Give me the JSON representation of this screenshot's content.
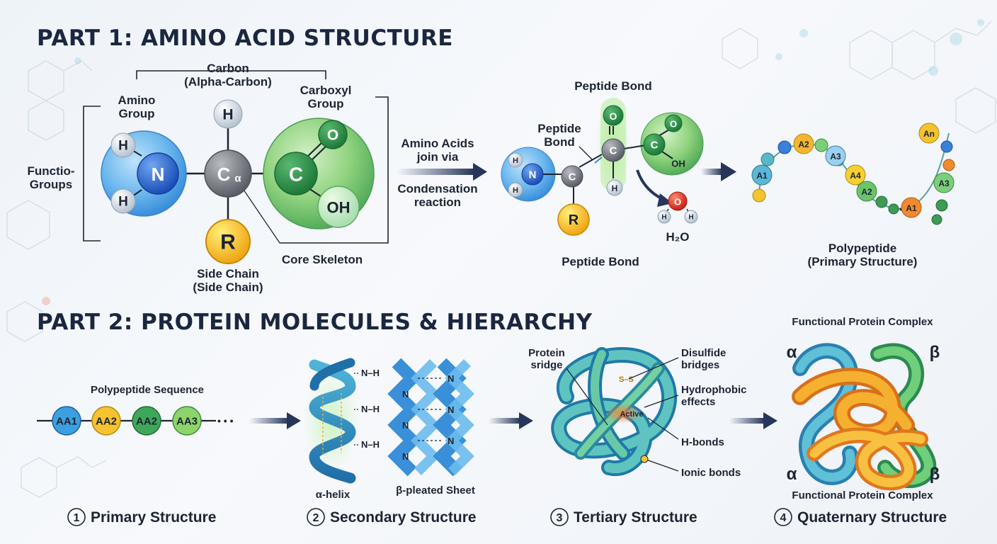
{
  "part1": {
    "title": "PART 1: AMINO ACID STRUCTURE",
    "labels": {
      "carbon": "Carbon",
      "alpha_carbon": "(Alpha-Carbon)",
      "amino1": "Amino",
      "amino2": "Group",
      "carboxyl1": "Carboxyl",
      "carboxyl2": "Group",
      "functio1": "Functio-",
      "functio2": "Groups",
      "side1": "Side Chain",
      "side2": "(Side Chain)",
      "core": "Core Skeleton"
    },
    "atoms": {
      "h": "H",
      "n": "N",
      "c_alpha": "C",
      "alpha": "α",
      "c": "C",
      "o": "O",
      "oh": "OH",
      "r": "R"
    },
    "reaction": {
      "line1": "Amino Acids",
      "line2": "join via",
      "line3": "Condensation",
      "line4": "reaction"
    },
    "peptide": {
      "top": "Peptide Bond",
      "side1": "Peptide",
      "side2": "Bond",
      "bottom": "Peptide Bond",
      "water": "H₂O"
    },
    "polypeptide": {
      "line1": "Polypeptide",
      "line2": "(Primary Structure)",
      "beads": [
        "A1",
        "A2",
        "A3",
        "A4",
        "A2",
        "A1",
        "A3",
        "An"
      ]
    }
  },
  "part2": {
    "title": "PART 2: PROTEIN MOLECULES & HIERARCHY",
    "primary": {
      "caption": "Polypeptide Sequence",
      "beads": [
        "AA1",
        "AA2",
        "AA2",
        "AA3"
      ],
      "ellipsis": "• • •",
      "stage_num": "1",
      "stage": "Primary Structure"
    },
    "secondary": {
      "nh": "N–H",
      "n": "N",
      "helix": "α-helix",
      "sheet": "β-pleated Sheet",
      "stage_num": "2",
      "stage": "Secondary Structure"
    },
    "tertiary": {
      "protein1": "Protein",
      "protein2": "sridge",
      "disulfide1": "Disulfide",
      "disulfide2": "bridges",
      "hydro1": "Hydrophobic",
      "hydro2": "effects",
      "hbonds": "H-bonds",
      "ionic": "Ionic bonds",
      "active": "Active",
      "ss": "S–S",
      "stage_num": "3",
      "stage": "Tertiary Structure"
    },
    "quaternary": {
      "top": "Functional Protein Complex",
      "bottom": "Functional Protein Complex",
      "alpha": "α",
      "beta": "β",
      "stage_num": "4",
      "stage": "Quaternary Structure"
    }
  },
  "colors": {
    "nitrogen": "#2f6fd6",
    "carbon_alpha": "#6e7178",
    "carboxyl": "#2f9a4a",
    "side_chain": "#f2b51c",
    "oxygen": "#e03a2a",
    "title": "#1b2740",
    "arrow": "#26365a"
  }
}
